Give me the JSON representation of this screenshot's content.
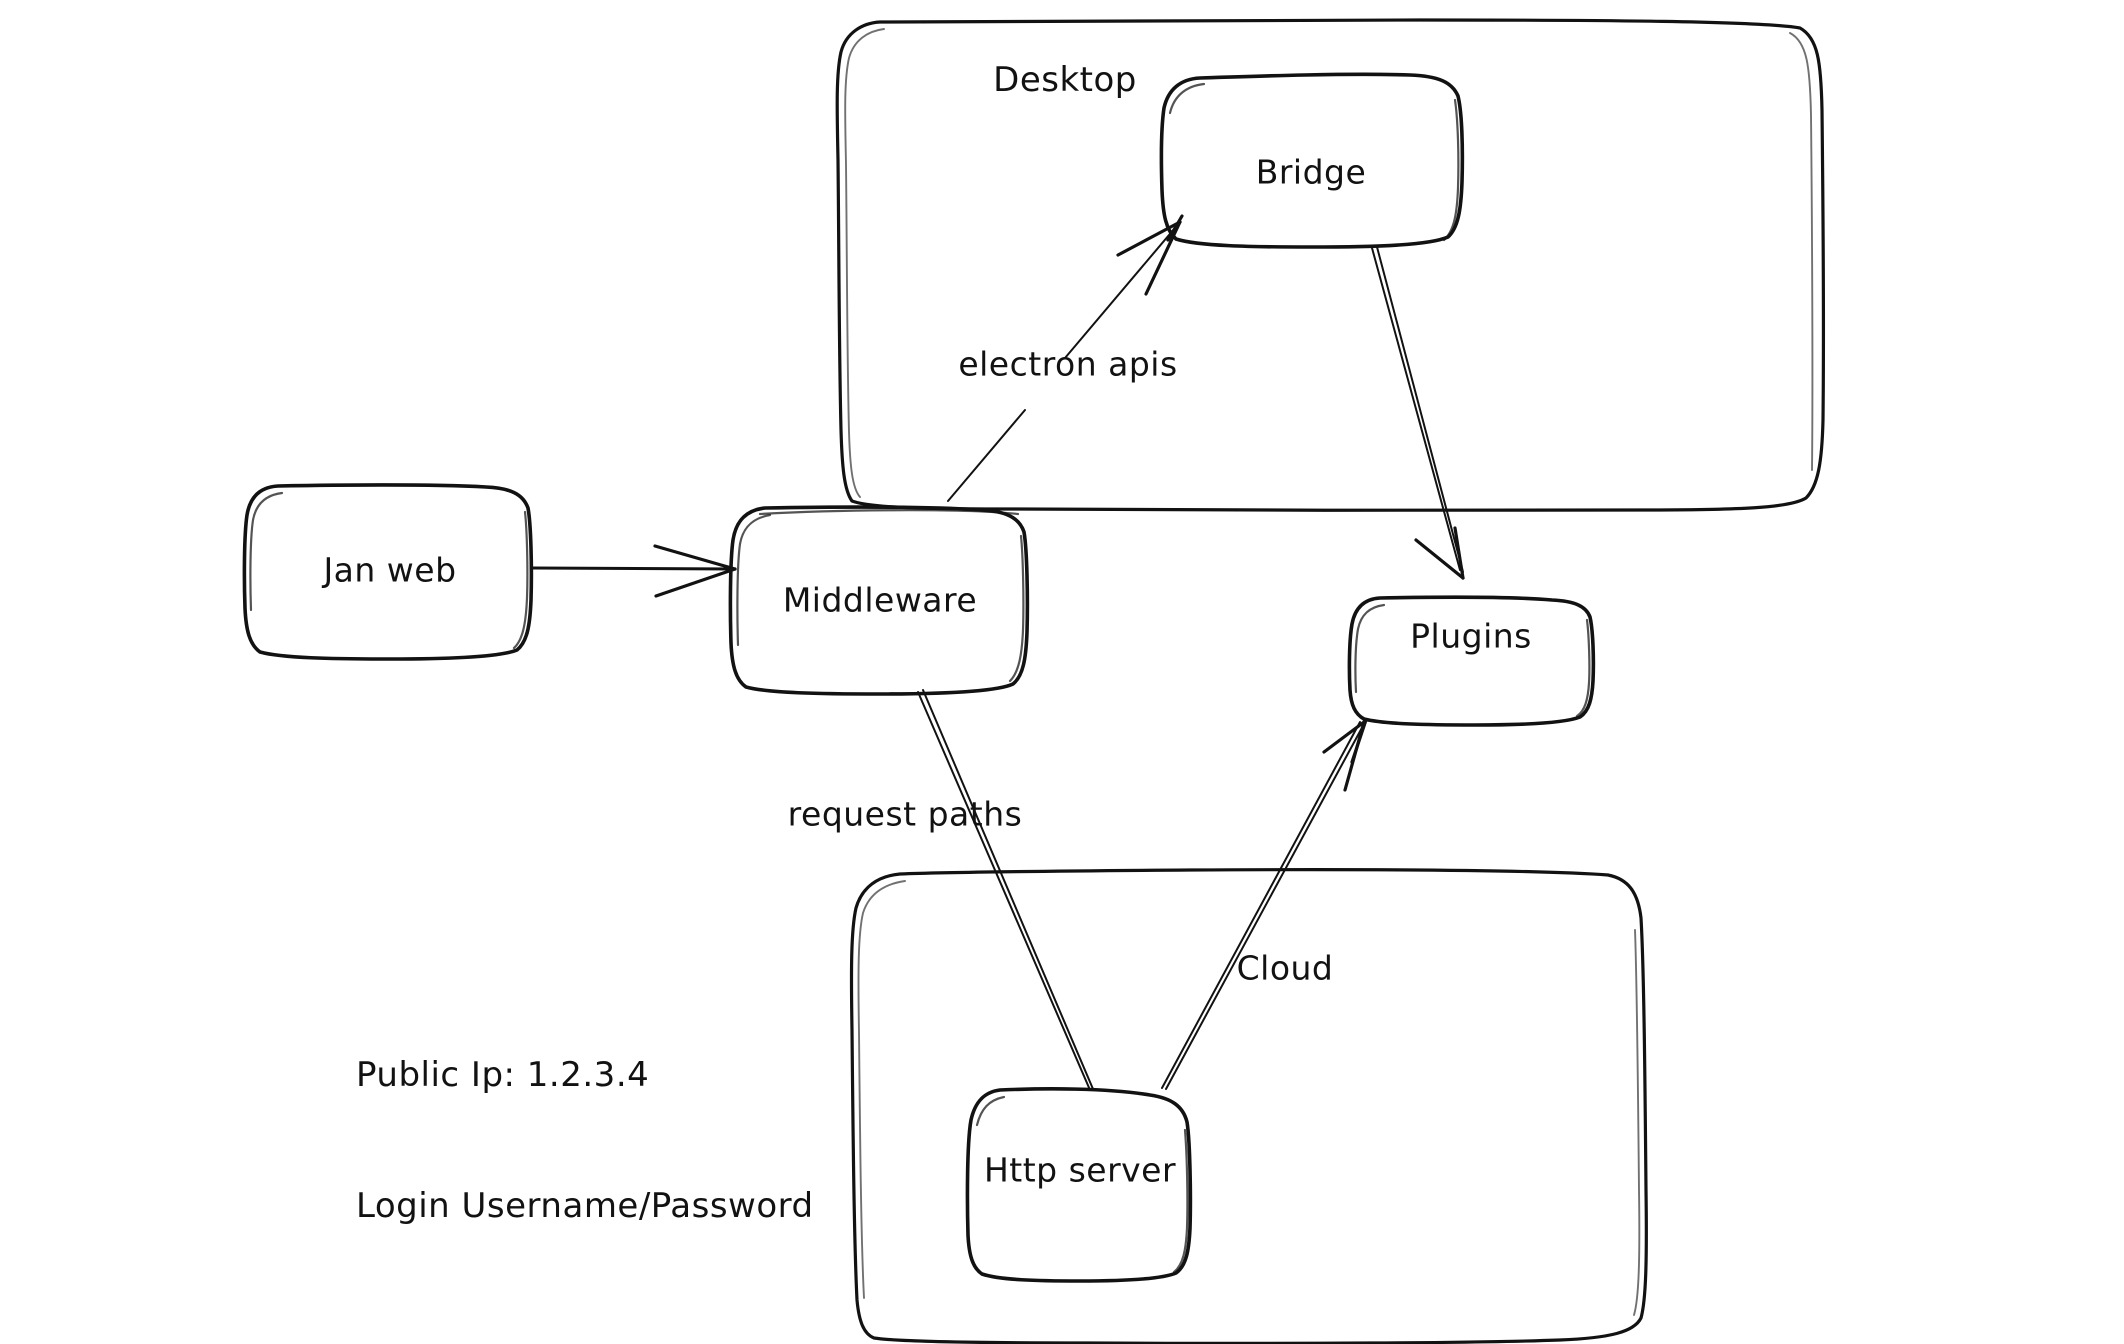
{
  "diagram": {
    "title_hidden": "",
    "background_color": "#ffffff",
    "stroke_color": "#121212",
    "groups": [
      {
        "id": "desktop",
        "label": "Desktop"
      },
      {
        "id": "server-group",
        "label": ""
      }
    ],
    "nodes": [
      {
        "id": "jan-web",
        "label": "Jan web"
      },
      {
        "id": "middleware",
        "label": "Middleware"
      },
      {
        "id": "bridge",
        "label": "Bridge"
      },
      {
        "id": "plugins",
        "label": "Plugins"
      },
      {
        "id": "http-server",
        "label": "Http server"
      }
    ],
    "edges": [
      {
        "id": "janweb-to-middleware",
        "from": "jan-web",
        "to": "middleware",
        "label": ""
      },
      {
        "id": "middleware-to-bridge",
        "from": "middleware",
        "to": "bridge",
        "label": "electron apis"
      },
      {
        "id": "bridge-to-plugins",
        "from": "bridge",
        "to": "plugins",
        "label": ""
      },
      {
        "id": "middleware-to-httpserver",
        "from": "middleware",
        "to": "http-server",
        "label": "request paths"
      },
      {
        "id": "httpserver-to-plugins",
        "from": "http-server",
        "to": "plugins",
        "label": "Cloud"
      }
    ],
    "notes": {
      "id": "credentials-note",
      "lines": [
        "Public Ip: 1.2.3.4",
        "Login Username/Password"
      ]
    }
  }
}
